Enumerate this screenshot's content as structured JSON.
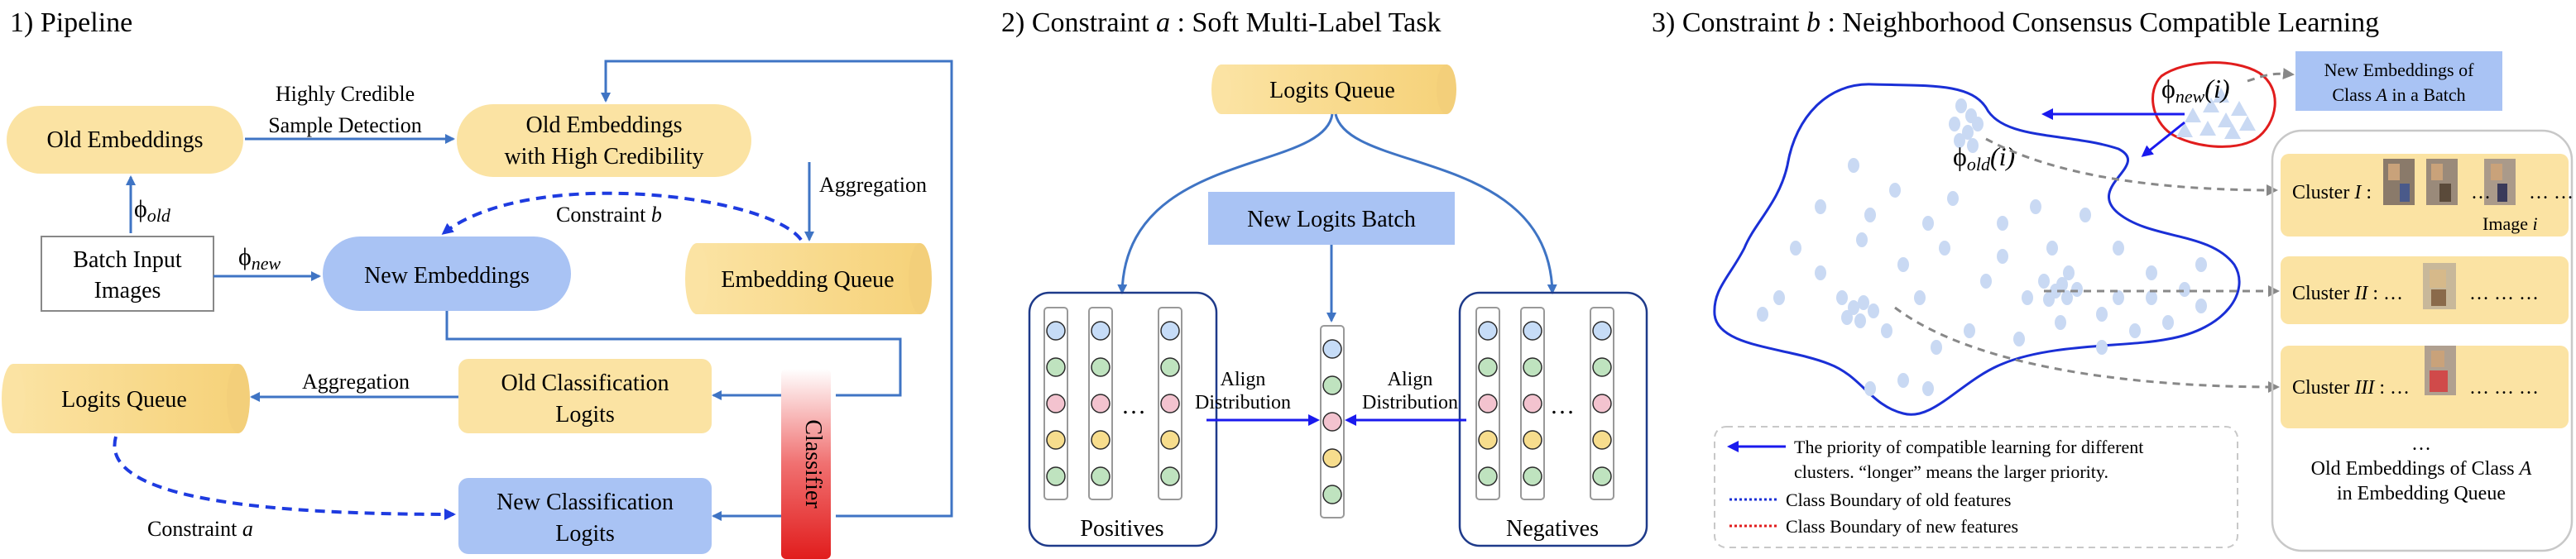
{
  "panel1": {
    "title": "1) Pipeline",
    "old_embeddings": "Old Embeddings",
    "detect_line1": "Highly Credible",
    "detect_line2": "Sample Detection",
    "old_cred_line1": "Old Embeddings",
    "old_cred_line2": "with High Credibility",
    "aggregation_top": "Aggregation",
    "phi_old": "ϕ",
    "phi_old_sub": "old",
    "constraint_b_prefix": "Constraint ",
    "constraint_b_var": "b",
    "batch_line1": "Batch Input",
    "batch_line2": "Images",
    "phi_new": "ϕ",
    "phi_new_sub": "new",
    "new_embeddings": "New Embeddings",
    "embedding_queue": "Embedding Queue",
    "logits_queue": "Logits Queue",
    "aggregation_bottom": "Aggregation",
    "old_cls_line1": "Old Classification",
    "old_cls_line2": "Logits",
    "classifier": "Classifier",
    "new_cls_line1": "New Classification",
    "new_cls_line2": "Logits",
    "constraint_a_prefix": "Constraint ",
    "constraint_a_var": "a"
  },
  "panel2": {
    "title_prefix": "2) Constraint ",
    "title_var": "a",
    "title_suffix": " : Soft Multi-Label Task",
    "logits_queue": "Logits Queue",
    "new_logits_batch": "New Logits Batch",
    "align_line1": "Align",
    "align_line2": "Distribution",
    "positives": "Positives",
    "negatives": "Negatives",
    "ellipsis": "…"
  },
  "panel3": {
    "title_prefix": "3) Constraint ",
    "title_var": "b",
    "title_suffix": " : Neighborhood Consensus Compatible Learning",
    "phi_new": "ϕ",
    "phi_new_sub": "new",
    "phi_new_arg": "(i)",
    "phi_old": "ϕ",
    "phi_old_sub": "old",
    "phi_old_arg": "(i)",
    "new_emb_line1": "New Embeddings of",
    "new_emb_line2_prefix": "Class ",
    "new_emb_line2_var": "A",
    "new_emb_line2_suffix": " in a Batch",
    "cluster1_prefix": "Cluster ",
    "cluster1_var": "I",
    "cluster1_suffix": " :",
    "cluster1_tail": "… …",
    "image_i_prefix": "Image ",
    "image_i_var": "i",
    "cluster2_prefix": "Cluster ",
    "cluster2_var": "II",
    "cluster2_suffix": " : …",
    "cluster2_tail": "… … …",
    "cluster3_prefix": "Cluster ",
    "cluster3_var": "III",
    "cluster3_suffix": " : …",
    "cluster3_tail": "… … …",
    "old_emb_dots": "…",
    "old_emb_line1_prefix": "Old Embeddings of Class ",
    "old_emb_line1_var": "A",
    "old_emb_line2": "in Embedding Queue",
    "legend_arrow_line1": "The priority of compatible learning for different",
    "legend_arrow_line2": "clusters. “longer” means the larger priority.",
    "legend_blue": "Class Boundary of old features",
    "legend_red": "Class Boundary of new features"
  },
  "colors": {
    "yellow_box": "#fbe3a3",
    "blue_box": "#a9c3f4",
    "arrow_blue": "#3f74c4",
    "dashed_blue": "#1e3be0",
    "classifier_red": "#e11d1d",
    "dot_green": "#bfe3bf",
    "dot_blue": "#c6dcf7",
    "dot_pink": "#f3c3cf",
    "dot_yellow": "#f7dd8d"
  }
}
